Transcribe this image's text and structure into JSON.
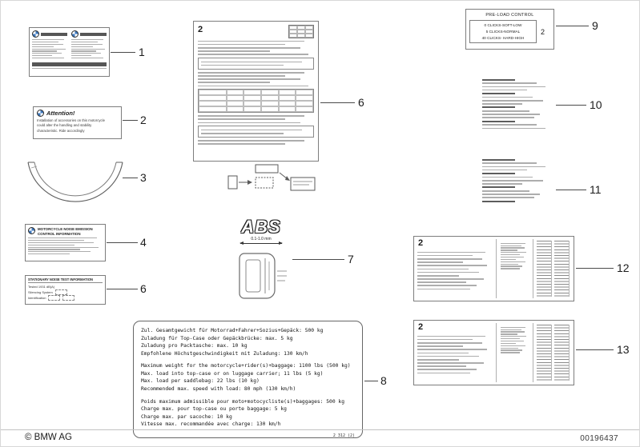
{
  "page": {
    "copyright": "© BMW AG",
    "document_number": "00196437"
  },
  "callouts": {
    "c1": "1",
    "c2": "2",
    "c3": "3",
    "c4": "4",
    "c6a": "6",
    "c6b": "6",
    "c7": "7",
    "c8": "8",
    "c9": "9",
    "c10": "10",
    "c11": "11",
    "c12": "12",
    "c13": "13"
  },
  "labels": {
    "attention": {
      "title": "Attention!",
      "line1": "Installation of accessories on this motorcycle",
      "line2": "could alter the handling and stability",
      "line3": "characteristic. Ride accordingly"
    },
    "noise_emission": {
      "title1": "MOTORCYCLE NOISE EMISSION",
      "title2": "CONTROL INFORMATION"
    },
    "stationary_noise": {
      "title": "STATIONARY NOISE TEST INFORMATION",
      "tested": "Tested 1931 dB(A)",
      "system": "Silencing System",
      "identification": "Identification"
    },
    "certification": {
      "marker": "2"
    },
    "abs": {
      "logo": "ABS",
      "tolerance": "0.1-1.0 mm"
    },
    "weights": {
      "german": [
        "Zul. Gesamtgewicht für Motorrad+Fahrer+Sozius+Gepäck: 500 kg",
        "Zuladung für Top-Case oder Gepäckbrücke: max. 5 kg",
        "Zuladung pro Packtasche: max. 10 kg",
        "Empfohlene Höchstgeschwindigkeit mit Zuladung: 130 km/h"
      ],
      "english": [
        "Maximum weight for the motorcycle+rider(s)+baggage: 1100 lbs (500 kg)",
        "Max. load into top-case or on luggage carrier; 11 lbs (5 kg)",
        "Max. load per saddlebag: 22 lbs (10 kg)",
        "Recommended max. speed with load: 80 mph (130 km/h)"
      ],
      "french": [
        "Poids maximum admissible pour moto+motocycliste(s)+baggages: 500 kg",
        "Charge max. pour top-case ou porte baggage: 5 kg",
        "Charge max. par sacoche: 10 kg",
        "Vitesse max. recommandée avec charge: 130 km/h"
      ],
      "footnote": "2 312 (2)"
    },
    "preload": {
      "title": "PRE-LOAD CONTROL",
      "options": [
        "0 CLICKS-SOFT-LOW",
        "5 CLICKS-NORMAL",
        "40 CLICKS- HARD-HIGH"
      ],
      "marker": "2"
    },
    "wide_label_12": {
      "marker": "2"
    },
    "wide_label_13": {
      "marker": "2"
    }
  }
}
